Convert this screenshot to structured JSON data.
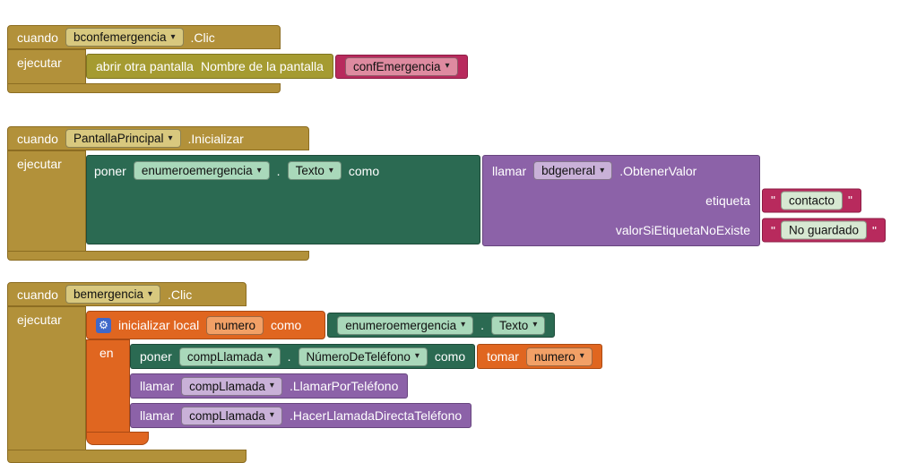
{
  "ui": {
    "quote": "\""
  },
  "icons": {
    "dropdown_arrow": "▾",
    "gear": "⚙"
  },
  "palette": {
    "event_gold": "#b2913a",
    "control_olive": "#a59b31",
    "set_green": "#2b6a52",
    "call_purple": "#8c62a8",
    "text_crimson": "#b82a5d",
    "local_orange": "#e06620",
    "mutator_blue": "#3f68c9"
  },
  "block1": {
    "cuando": "cuando",
    "component": "bconfemergencia",
    "event": ".Clic",
    "ejecutar": "ejecutar",
    "open_screen": "abrir otra pantalla",
    "screen_name_label": "Nombre de la pantalla",
    "screen_value": "confEmergencia"
  },
  "block2": {
    "cuando": "cuando",
    "component": "PantallaPrincipal",
    "event": ".Inicializar",
    "ejecutar": "ejecutar",
    "set": {
      "poner": "poner",
      "var": "enumeroemergencia",
      "dot": ".",
      "prop": "Texto",
      "como": "como"
    },
    "call": {
      "llamar": "llamar",
      "component": "bdgeneral",
      "method": ".ObtenerValor",
      "arg1_label": "etiqueta",
      "arg1_value": "contacto",
      "arg2_label": "valorSiEtiquetaNoExiste",
      "arg2_value": "No guardado"
    }
  },
  "block3": {
    "cuando": "cuando",
    "component": "bemergencia",
    "event": ".Clic",
    "ejecutar": "ejecutar",
    "init_local": {
      "label": "inicializar local",
      "name": "numero",
      "como": "como",
      "en": "en"
    },
    "getter": {
      "var": "enumeroemergencia",
      "dot": ".",
      "prop": "Texto"
    },
    "set_stmt": {
      "poner": "poner",
      "component": "compLlamada",
      "dot": ".",
      "prop": "NúmeroDeTeléfono",
      "como": "como"
    },
    "get_local": {
      "tomar": "tomar",
      "var": "numero"
    },
    "call1": {
      "llamar": "llamar",
      "component": "compLlamada",
      "method": ".LlamarPorTeléfono"
    },
    "call2": {
      "llamar": "llamar",
      "component": "compLlamada",
      "method": ".HacerLlamadaDirectaTeléfono"
    }
  }
}
